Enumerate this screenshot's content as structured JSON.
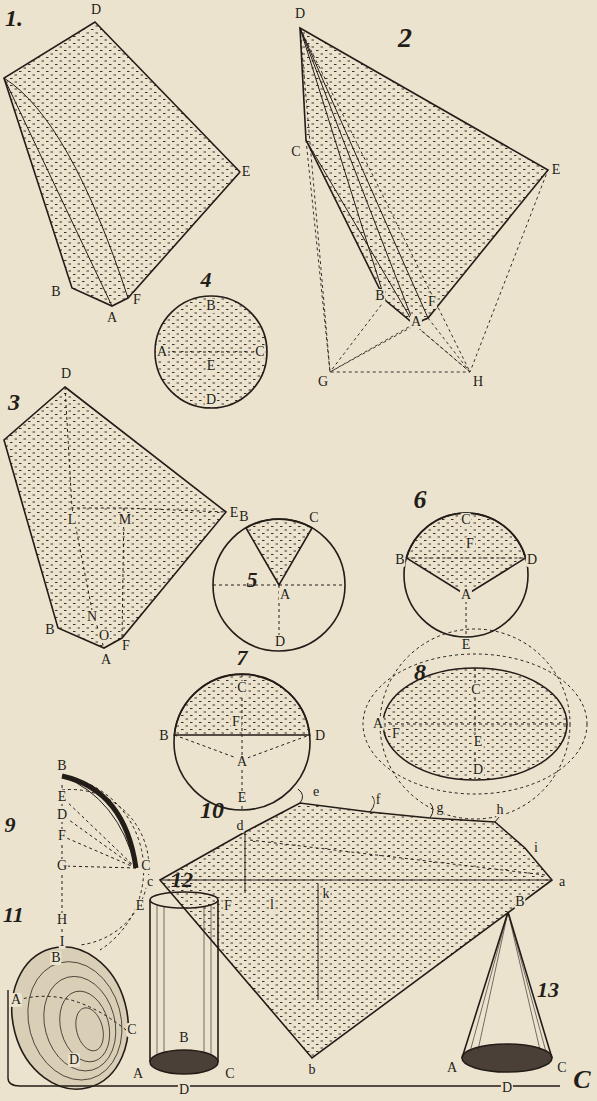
{
  "diagram": {
    "labels": [
      "1.",
      "D",
      "E",
      "B",
      "A",
      "F",
      "2",
      "D",
      "C",
      "E",
      "B",
      "F",
      "A",
      "G",
      "H",
      "4",
      "B",
      "A",
      "E",
      "C",
      "D",
      "3",
      "D",
      "L",
      "M",
      "E",
      "B",
      "N",
      "O",
      "A",
      "F",
      "5",
      "B",
      "C",
      "A",
      "D",
      "6",
      "C",
      "B",
      "F",
      "D",
      "A",
      "E",
      "7",
      "C",
      "B",
      "F",
      "D",
      "A",
      "E",
      "8",
      "C",
      "A",
      "F",
      "E",
      "D",
      "9",
      "B",
      "E",
      "D",
      "F",
      "C",
      "G",
      "H",
      "I",
      "10",
      "d",
      "e",
      "f",
      "g",
      "h",
      "i",
      "c",
      "l",
      "k",
      "a",
      "b",
      "11",
      "B",
      "A",
      "C",
      "D",
      "12",
      "E",
      "F",
      "B",
      "A",
      "C",
      "D",
      "13",
      "B",
      "A",
      "C",
      "D",
      "C"
    ]
  }
}
